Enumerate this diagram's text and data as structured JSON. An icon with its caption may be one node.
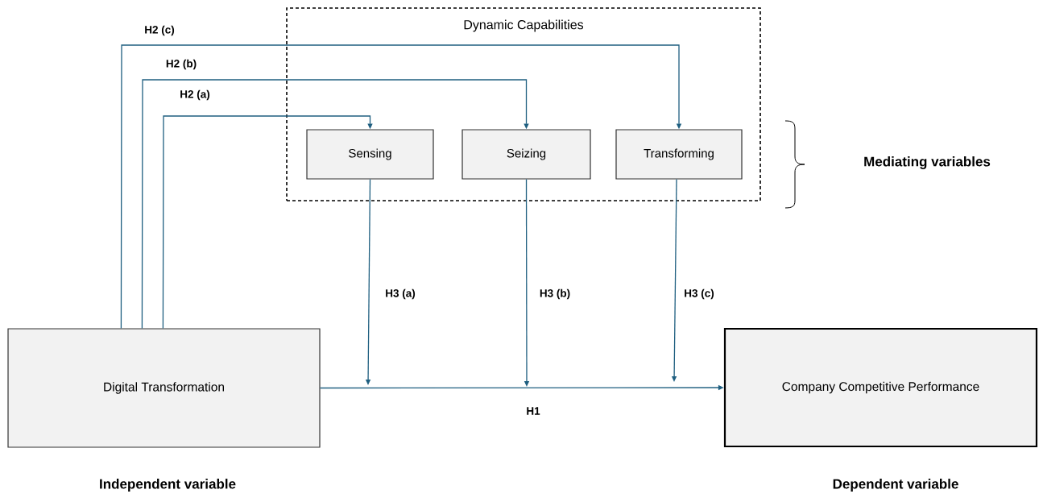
{
  "diagram": {
    "nodes": [
      {
        "text": [
          "Dynamic Capabilities"
        ]
      },
      {
        "text": [
          "Sensing"
        ],
        "in": 0
      },
      {
        "text": [
          "Seizing"
        ],
        "in": 0
      },
      {
        "text": [
          "Transforming"
        ],
        "in": 0
      },
      {
        "text": [
          "Digital Transformation"
        ],
        "beside": [
          "Independent variable"
        ]
      },
      {
        "text": [
          "Company Competitive Performance"
        ],
        "beside": [
          "Dependent variable"
        ]
      }
    ],
    "edges": [
      {
        "from": 4,
        "to": 1,
        "arrow": "to",
        "label": "H2 (a)"
      },
      {
        "from": 4,
        "to": 2,
        "arrow": "to",
        "label": "H2 (b)"
      },
      {
        "from": 4,
        "to": 3,
        "arrow": "to",
        "label": "H2 (c)"
      },
      {
        "from": 1,
        "to": null,
        "arrow": "to",
        "label": "H3 (a)"
      },
      {
        "from": 2,
        "to": null,
        "arrow": "to",
        "label": "H3 (b)"
      },
      {
        "from": 3,
        "to": null,
        "arrow": "to",
        "label": "H3 (c)"
      },
      {
        "from": 4,
        "to": 5,
        "arrow": "to",
        "label": "H1"
      }
    ],
    "labels": [
      "Mediating variables"
    ]
  }
}
